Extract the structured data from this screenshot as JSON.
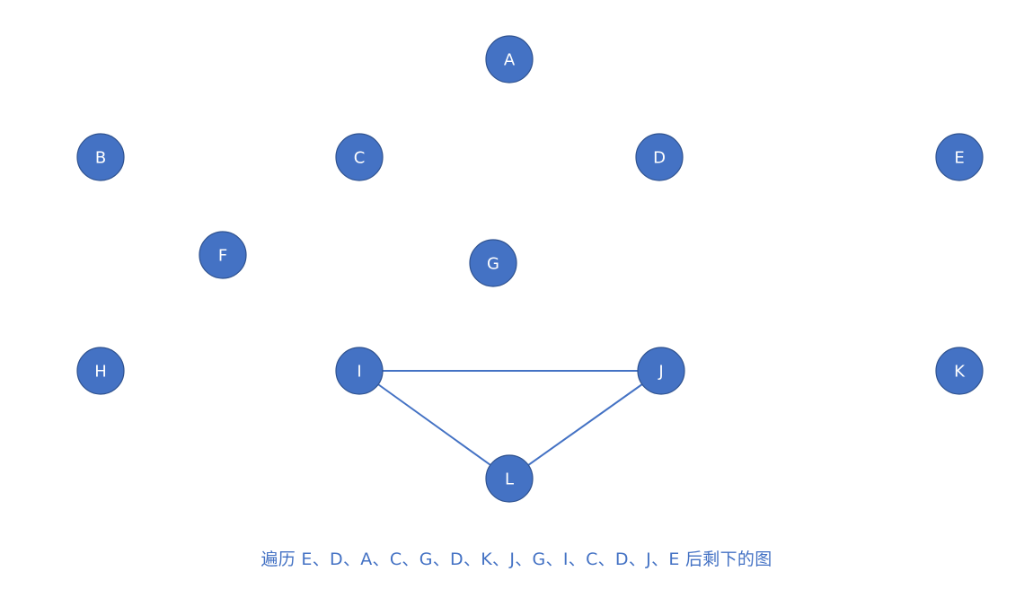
{
  "diagram": {
    "nodes": [
      {
        "id": "A",
        "label": "A"
      },
      {
        "id": "B",
        "label": "B"
      },
      {
        "id": "C",
        "label": "C"
      },
      {
        "id": "D",
        "label": "D"
      },
      {
        "id": "E",
        "label": "E"
      },
      {
        "id": "F",
        "label": "F"
      },
      {
        "id": "G",
        "label": "G"
      },
      {
        "id": "H",
        "label": "H"
      },
      {
        "id": "I",
        "label": "I"
      },
      {
        "id": "J",
        "label": "J"
      },
      {
        "id": "K",
        "label": "K"
      },
      {
        "id": "L",
        "label": "L"
      }
    ],
    "edges": [
      {
        "from": "I",
        "to": "J"
      },
      {
        "from": "I",
        "to": "L"
      },
      {
        "from": "J",
        "to": "L"
      }
    ],
    "caption": "遍历 E、D、A、C、G、D、K、J、G、I、C、D、J、E 后剩下的图",
    "colors": {
      "node_fill": "#4472C4",
      "node_stroke": "#2F528F",
      "edge": "#4472C4",
      "label": "#FFFFFF",
      "caption": "#4472C4"
    }
  }
}
